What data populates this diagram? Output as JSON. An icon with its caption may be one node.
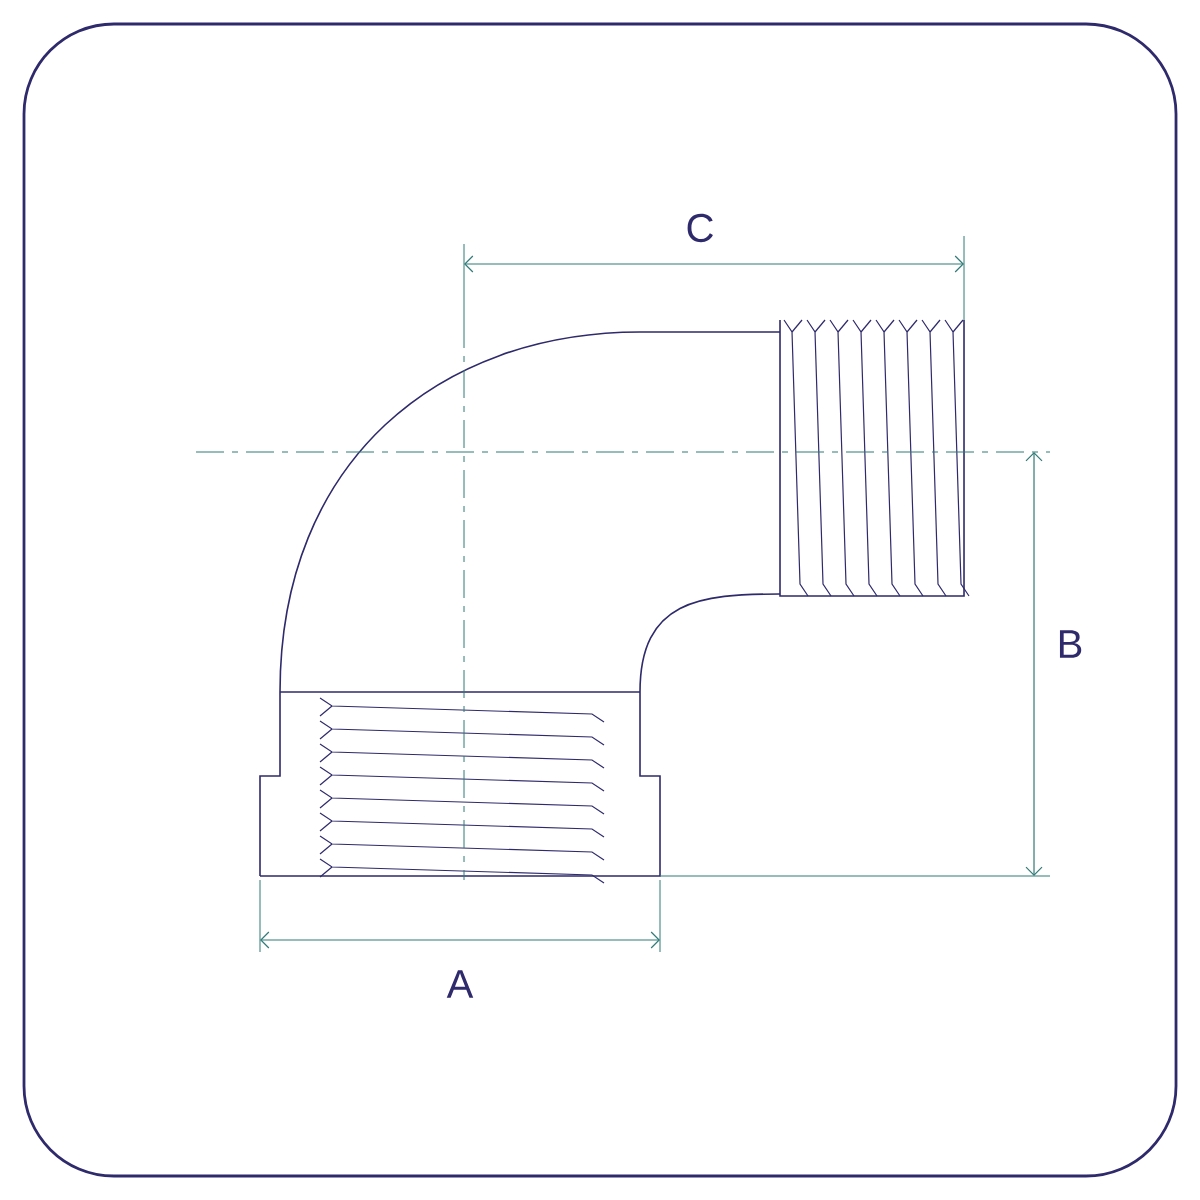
{
  "diagram": {
    "labels": [
      "C",
      "B",
      "A"
    ]
  }
}
